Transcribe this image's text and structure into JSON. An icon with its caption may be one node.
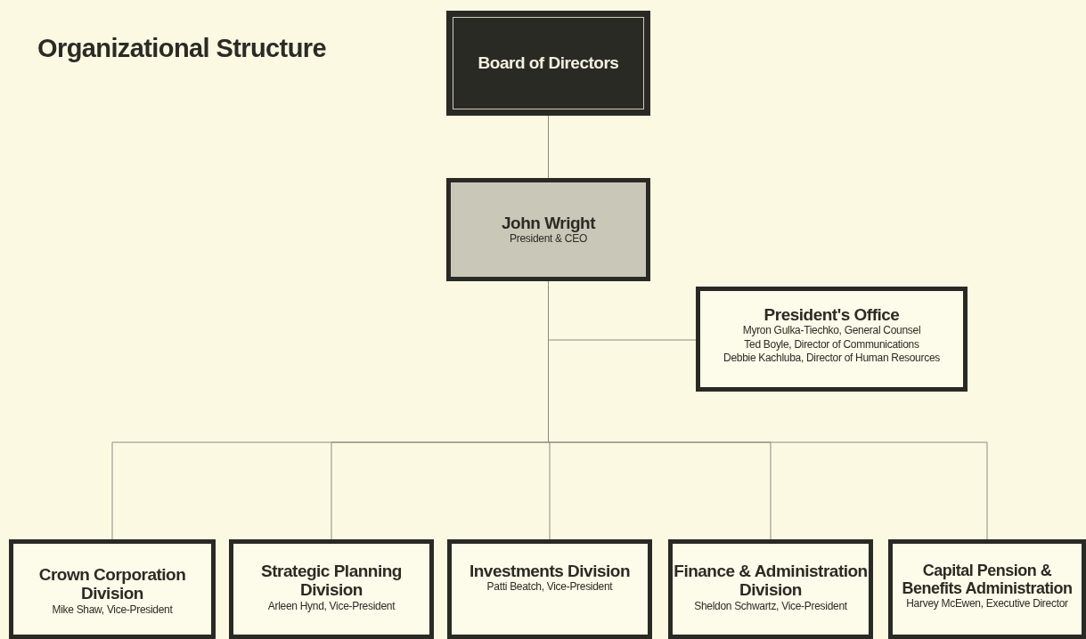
{
  "diagram": {
    "title": "Organizational Structure",
    "nodes": [
      {
        "text": [
          "Board of Directors"
        ]
      },
      {
        "text": [
          "John Wright",
          "President & CEO"
        ]
      },
      {
        "text": [
          "President's Office",
          "Myron Gulka-Tiechko, General Counsel",
          "Ted Boyle, Director of Communications",
          "Debbie Kachluba, Director of Human Resources"
        ]
      },
      {
        "text": [
          "Crown Corporation Division",
          "Mike Shaw, Vice-President"
        ]
      },
      {
        "text": [
          "Strategic Planning Division",
          "Arleen Hynd, Vice-President"
        ]
      },
      {
        "text": [
          "Investments Division",
          "Patti Beatch, Vice-President"
        ]
      },
      {
        "text": [
          "Finance & Administration Division",
          "Sheldon Schwartz, Vice-President"
        ]
      },
      {
        "text": [
          "Capital Pension & Benefits Administration",
          "Harvey McEwen, Executive Director"
        ]
      }
    ],
    "edges": [
      {
        "from": 0,
        "to": 1,
        "arrow": "none"
      },
      {
        "from": 1,
        "to": 2,
        "arrow": "none"
      },
      {
        "from": 1,
        "to": 3,
        "arrow": "none"
      },
      {
        "from": 1,
        "to": 4,
        "arrow": "none"
      },
      {
        "from": 1,
        "to": 5,
        "arrow": "none"
      },
      {
        "from": 1,
        "to": 6,
        "arrow": "none"
      },
      {
        "from": 1,
        "to": 7,
        "arrow": "none"
      }
    ]
  }
}
